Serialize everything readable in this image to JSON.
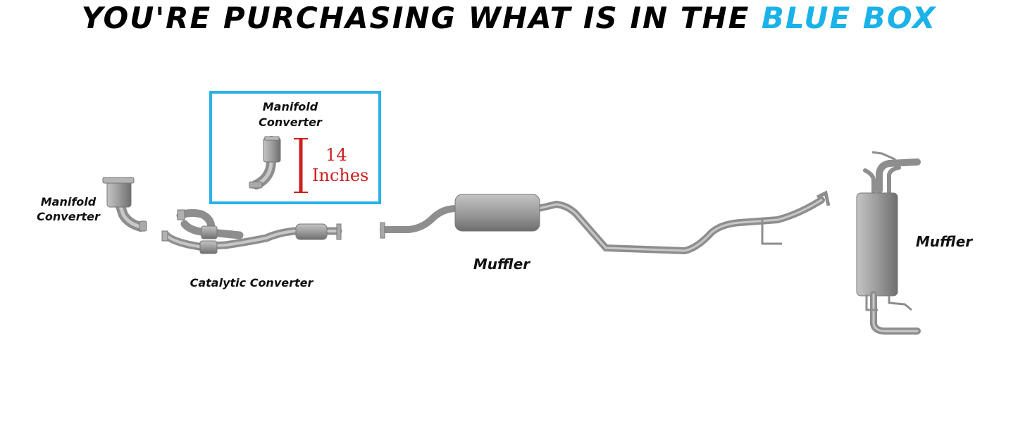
{
  "headline": {
    "prefix": "YOU'RE PURCHASING WHAT IS IN THE",
    "highlight": "BLUE BOX"
  },
  "colors": {
    "highlight": "#1ab2e8",
    "box_border": "#29b2e7",
    "measure": "#cc1f1f",
    "pipe": "#9a9a9a"
  },
  "box": {
    "label_line1": "Manifold",
    "label_line2": "Converter",
    "measure_value": "14",
    "measure_unit": "Inches"
  },
  "labels": {
    "manifold_line1": "Manifold",
    "manifold_line2": "Converter",
    "catalytic": "Catalytic Converter",
    "muffler_mid": "Muffler",
    "muffler_rear": "Muffler"
  }
}
